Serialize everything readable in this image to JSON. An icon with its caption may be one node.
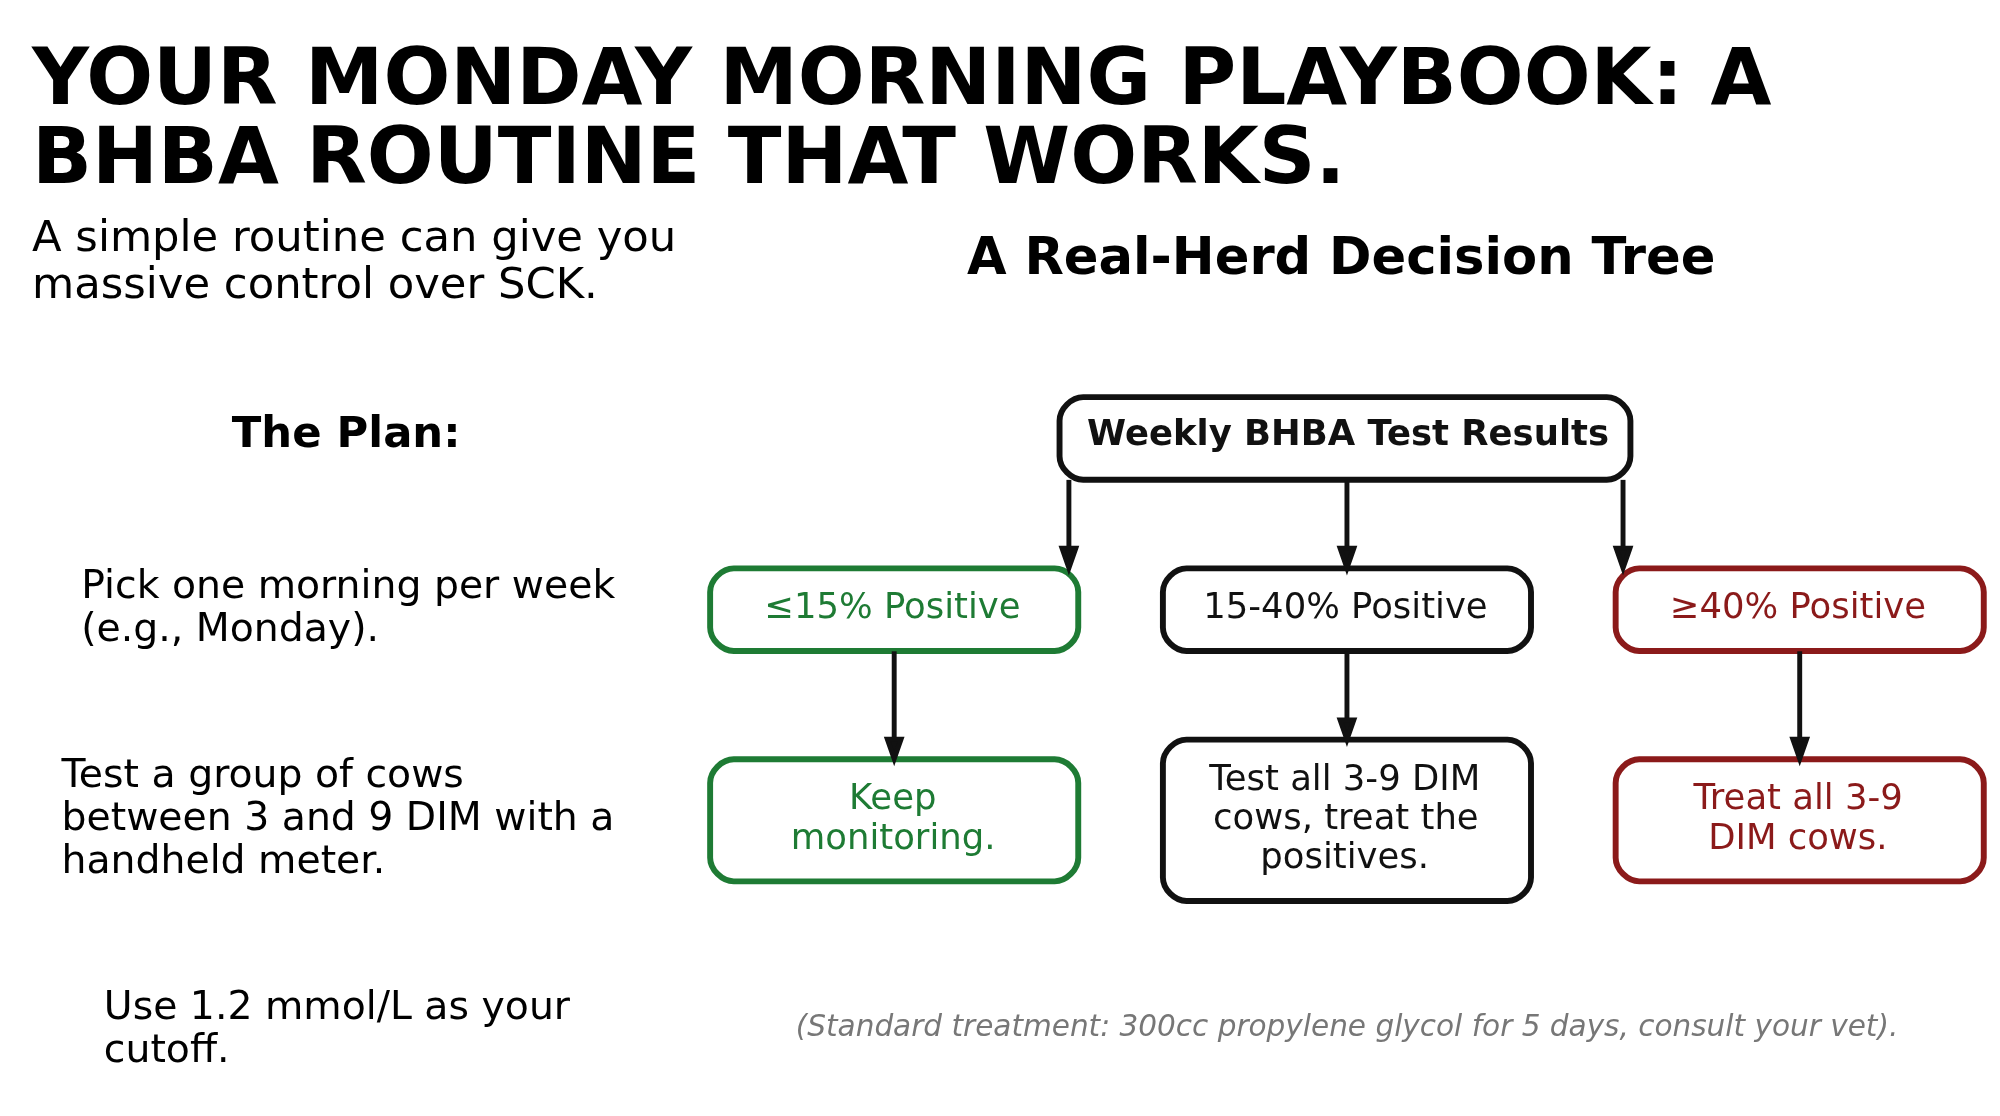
{
  "diagram": {
    "title": "YOUR MONDAY MORNING PLAYBOOK: A BHBA ROUTINE THAT WORKS.",
    "caption": "(Standard treatment: 300cc propylene glycol for 5 days, consult your vet).",
    "nodes": [
      {
        "text": [
          "Weekly BHBA Test Results"
        ]
      },
      {
        "text": [
          "≤15% Positive"
        ]
      },
      {
        "text": [
          "15-40% Positive"
        ]
      },
      {
        "text": [
          "≥40% Positive"
        ]
      },
      {
        "text": [
          "Keep monitoring."
        ]
      },
      {
        "text": [
          "Test all 3-9 DIM cows, treat the positives."
        ]
      },
      {
        "text": [
          "Treat all 3-9 DIM cows."
        ]
      }
    ],
    "edges": [
      {
        "from": 0,
        "to": 1,
        "arrow": "to"
      },
      {
        "from": 0,
        "to": 2,
        "arrow": "to"
      },
      {
        "from": 0,
        "to": 3,
        "arrow": "to"
      },
      {
        "from": 1,
        "to": 4,
        "arrow": "to"
      },
      {
        "from": 2,
        "to": 5,
        "arrow": "to"
      },
      {
        "from": 3,
        "to": 6,
        "arrow": "to"
      }
    ],
    "labels": [
      "A simple routine can give you massive control over SCK.",
      "The Plan:",
      "Pick one morning per week (e.g., Monday).",
      "Test a group of cows between 3 and 9 DIM with a handheld meter.",
      "Use 1.2 mmol/L as your cutoff.",
      "A Real-Herd Decision Tree"
    ]
  }
}
